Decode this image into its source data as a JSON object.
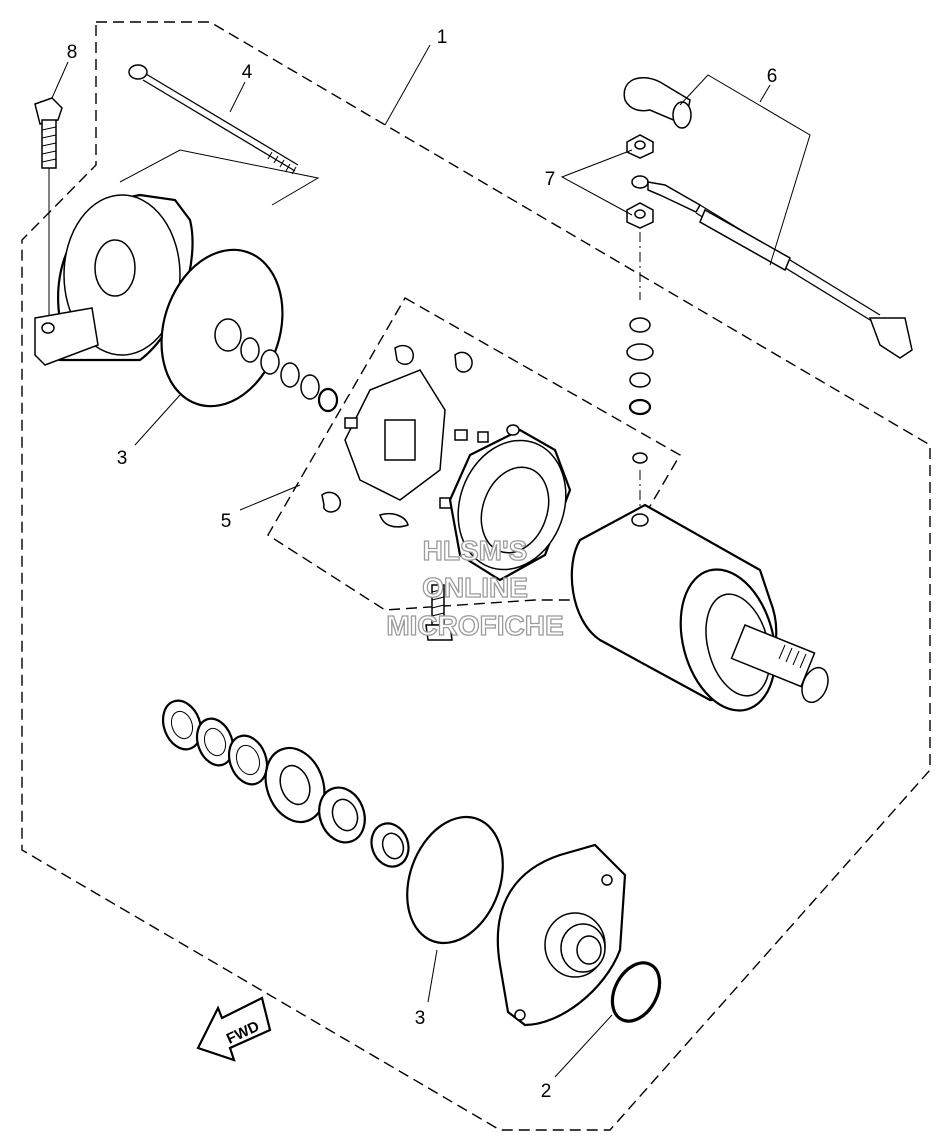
{
  "callouts": {
    "c1": "1",
    "c2": "2",
    "c3a": "3",
    "c3b": "3",
    "c4": "4",
    "c5": "5",
    "c6": "6",
    "c7": "7",
    "c8": "8"
  },
  "watermark": {
    "line1": "HLSM'S",
    "line2": "ONLINE",
    "line3": "MICROFICHE"
  },
  "fwd_label": "FWD"
}
